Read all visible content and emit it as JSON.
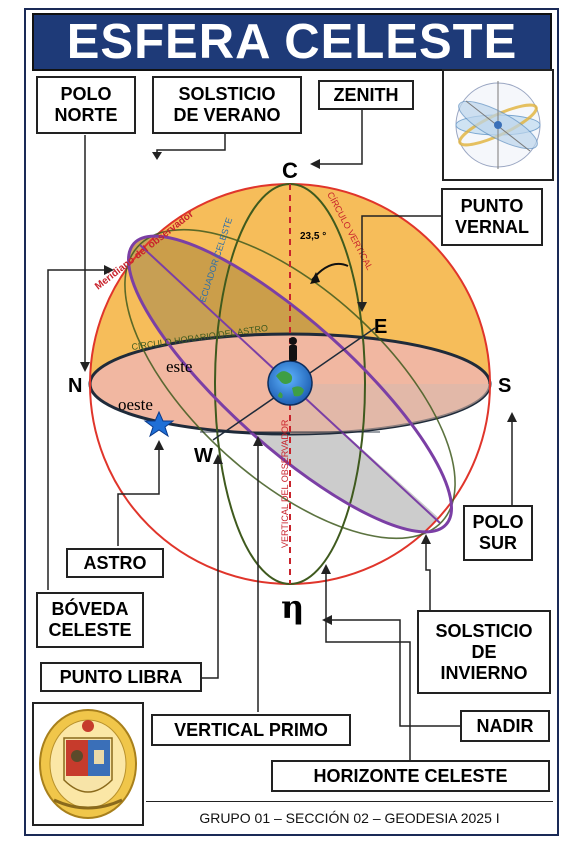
{
  "title": "ESFERA CELESTE",
  "labels": {
    "polo_norte": [
      "POLO",
      "NORTE"
    ],
    "solsticio_verano": [
      "SOLSTICIO",
      "DE VERANO"
    ],
    "zenith": "ZENITH",
    "punto_vernal": [
      "PUNTO",
      "VERNAL"
    ],
    "polo_sur": [
      "POLO",
      "SUR"
    ],
    "astro": "ASTRO",
    "boveda_celeste": [
      "BÓVEDA",
      "CELESTE"
    ],
    "punto_libra": "PUNTO LIBRA",
    "solsticio_invierno": [
      "SOLSTICIO",
      "DE",
      "INVIERNO"
    ],
    "vertical_primo": "VERTICAL PRIMO",
    "nadir": "NADIR",
    "horizonte_celeste": "HORIZONTE CELESTE"
  },
  "diagram_text": {
    "c": "C",
    "n": "N",
    "s": "S",
    "e": "E",
    "w": "W",
    "eta": "η",
    "este": "este",
    "oeste": "oeste",
    "angle": "23,5 °",
    "meridiano": "Meridiano del observador",
    "ecuador": "ECUADOR CELESTE",
    "circulo_vertical": "CÍRCULO VERTICAL",
    "circulo_horario": "CIRCULO HORARIO DEL ASTRO",
    "vertical_observador": "VERTICAL DEL OBSERVADOR"
  },
  "footer": "GRUPO 01 – SECCIÓN 02 – GEODESIA 2025 I",
  "colors": {
    "title_bg": "#1e3a78",
    "sphere_upper": "#f6bd5a",
    "sphere_outline": "#e0352b",
    "horizon_fill": "#f1b7a1",
    "lower_gray": "#c9c9c9",
    "horizon_stroke": "#1f2b3a",
    "ecliptic": "#7b3fa5",
    "vertical_circle": "#3f5a1e",
    "star": "#1f6fd6"
  }
}
